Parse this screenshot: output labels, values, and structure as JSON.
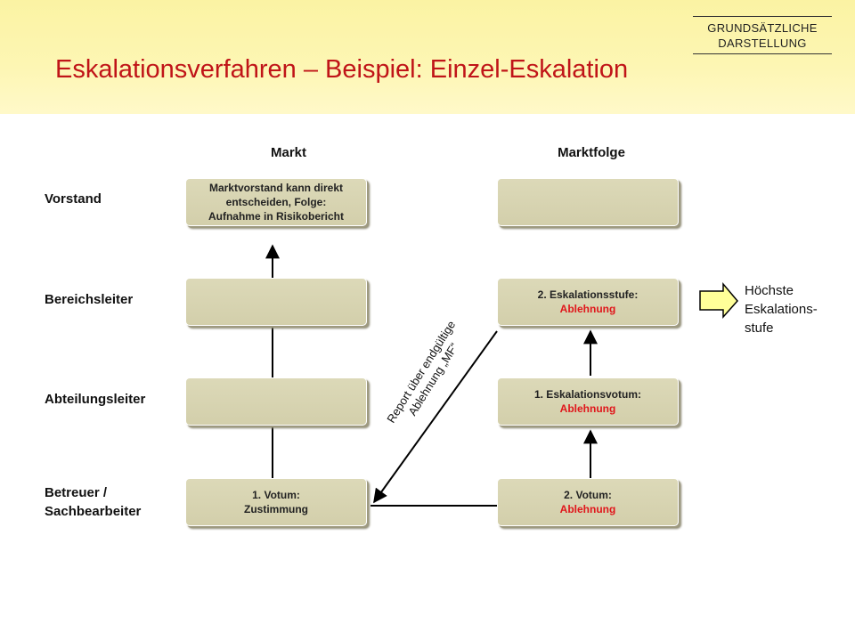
{
  "header": {
    "title": "Eskalationsverfahren – Beispiel: Einzel-Eskalation",
    "badge_line1": "GRUNDSÄTZLICHE",
    "badge_line2": "DARSTELLUNG"
  },
  "columns": {
    "markt": "Markt",
    "marktfolge": "Marktfolge"
  },
  "rows": {
    "vorstand": "Vorstand",
    "bereichsleiter": "Bereichsleiter",
    "abteilungsleiter": "Abteilungsleiter",
    "betreuer_line1": "Betreuer /",
    "betreuer_line2": "Sachbearbeiter"
  },
  "boxes": {
    "markt_vorstand_line1": "Marktvorstand kann direkt",
    "markt_vorstand_line2": "entscheiden, Folge:",
    "markt_vorstand_line3": "Aufnahme in Risikobericht",
    "mf_bereich_line1": "2. Eskalationsstufe:",
    "mf_bereich_line2": "Ablehnung",
    "mf_abteilung_line1": "1. Eskalationsvotum:",
    "mf_abteilung_line2": "Ablehnung",
    "markt_betreuer_line1": "1. Votum:",
    "markt_betreuer_line2": "Zustimmung",
    "mf_betreuer_line1": "2. Votum:",
    "mf_betreuer_line2": "Ablehnung"
  },
  "annotations": {
    "report_line1": "Report über endgültige",
    "report_line2": "Ablehnung „MF“",
    "highest_line1": "Höchste",
    "highest_line2": "Eskalations-",
    "highest_line3": "stufe"
  },
  "colors": {
    "title": "#c01418",
    "rejection": "#e0161b",
    "box_fill": "#d6d2b0",
    "header_bg": "#fdf6b4",
    "highlight_arrow": "#ffff99"
  }
}
